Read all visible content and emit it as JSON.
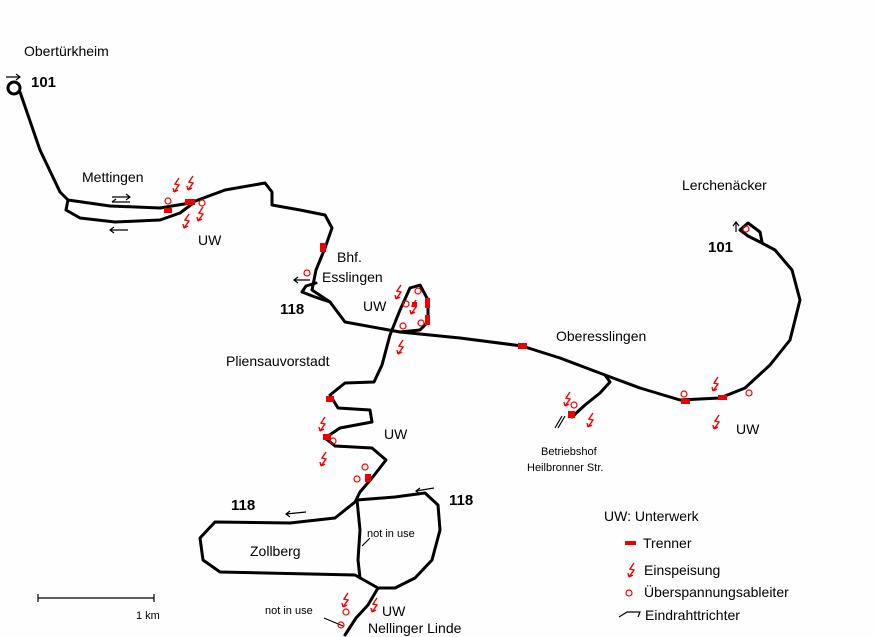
{
  "places": {
    "obertuerkheim": "Obertürkheim",
    "mettingen": "Mettingen",
    "bhf_esslingen_1": "Bhf.",
    "bhf_esslingen_2": "Esslingen",
    "lerchenaecker": "Lerchenäcker",
    "oberesslingen": "Oberesslingen",
    "pliensauvorstadt": "Pliensauvorstadt",
    "betriebshof_1": "Betriebshof",
    "betriebshof_2": "Heilbronner Str.",
    "zollberg": "Zollberg",
    "nellinger_linde": "Nellinger Linde"
  },
  "lines": {
    "l101_west": "101",
    "l101_east": "101",
    "l118_bhf": "118",
    "l118_west": "118",
    "l118_east": "118"
  },
  "uw_labels": [
    "UW",
    "UW",
    "UW",
    "UW",
    "UW"
  ],
  "notes": {
    "not_in_use_1": "not in use",
    "not_in_use_2": "not in use"
  },
  "scale": {
    "label": "1 km"
  },
  "legend": {
    "uw": "UW:  Unterwerk",
    "trenner": "Trenner",
    "einspeisung": "Einspeisung",
    "ueberspannungsableiter": "Überspannungsableiter",
    "eindrahttrichter": "Eindrahttrichter"
  },
  "colors": {
    "track": "#000000",
    "electrical": "#ee0000"
  }
}
